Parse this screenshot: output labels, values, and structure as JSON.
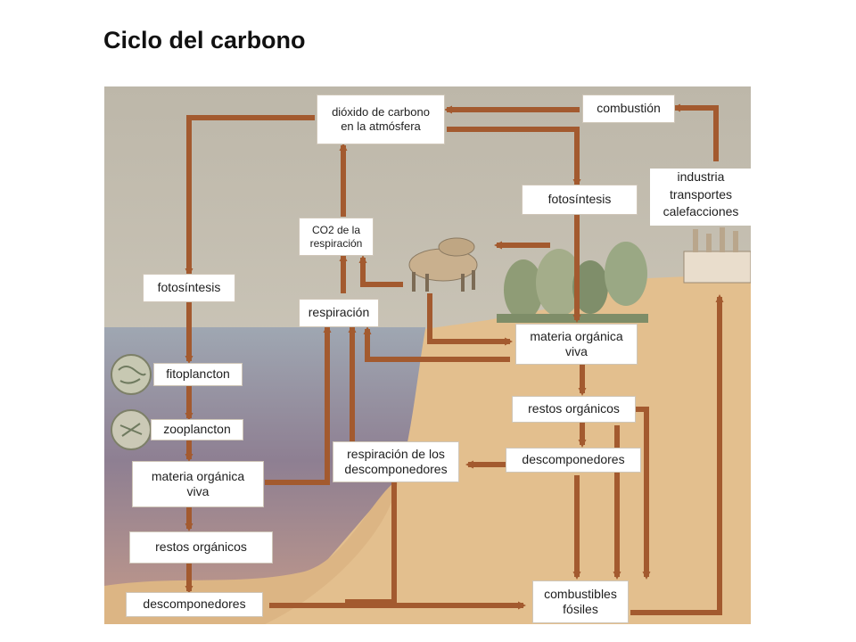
{
  "title": "Ciclo del carbono",
  "colors": {
    "arrow": "#a35a2f",
    "sky_top": "#b9b3a5",
    "sea": "#8e7b8c",
    "ground": "#e3bf8e",
    "box_fill": "#ffffff"
  },
  "labels": {
    "co2_atmosphere": "dióxido de carbono\nen la atmósfera",
    "combustion": "combustión",
    "industry": "industria\ntransportes\ncalefacciones",
    "photosynthesis_land": "fotosíntesis",
    "co2_respiration": "CO2 de la\nrespiración",
    "photosynthesis_sea": "fotosíntesis",
    "respiration": "respiración",
    "living_matter_land": "materia orgánica\nviva",
    "phytoplankton": "fitoplancton",
    "zooplankton": "zooplancton",
    "organic_remains_land": "restos orgánicos",
    "decomposers_respiration": "respiración de los\ndescomponedores",
    "decomposers_land": "descomponedores",
    "living_matter_sea": "materia orgánica\nviva",
    "organic_remains_sea": "restos orgánicos",
    "decomposers_sea": "descomponedores",
    "fossil_fuels": "combustibles\nfósiles"
  },
  "icons": [
    "herbivores-icon",
    "trees-icon",
    "factory-icon",
    "phytoplankton-icon",
    "zooplankton-icon"
  ]
}
